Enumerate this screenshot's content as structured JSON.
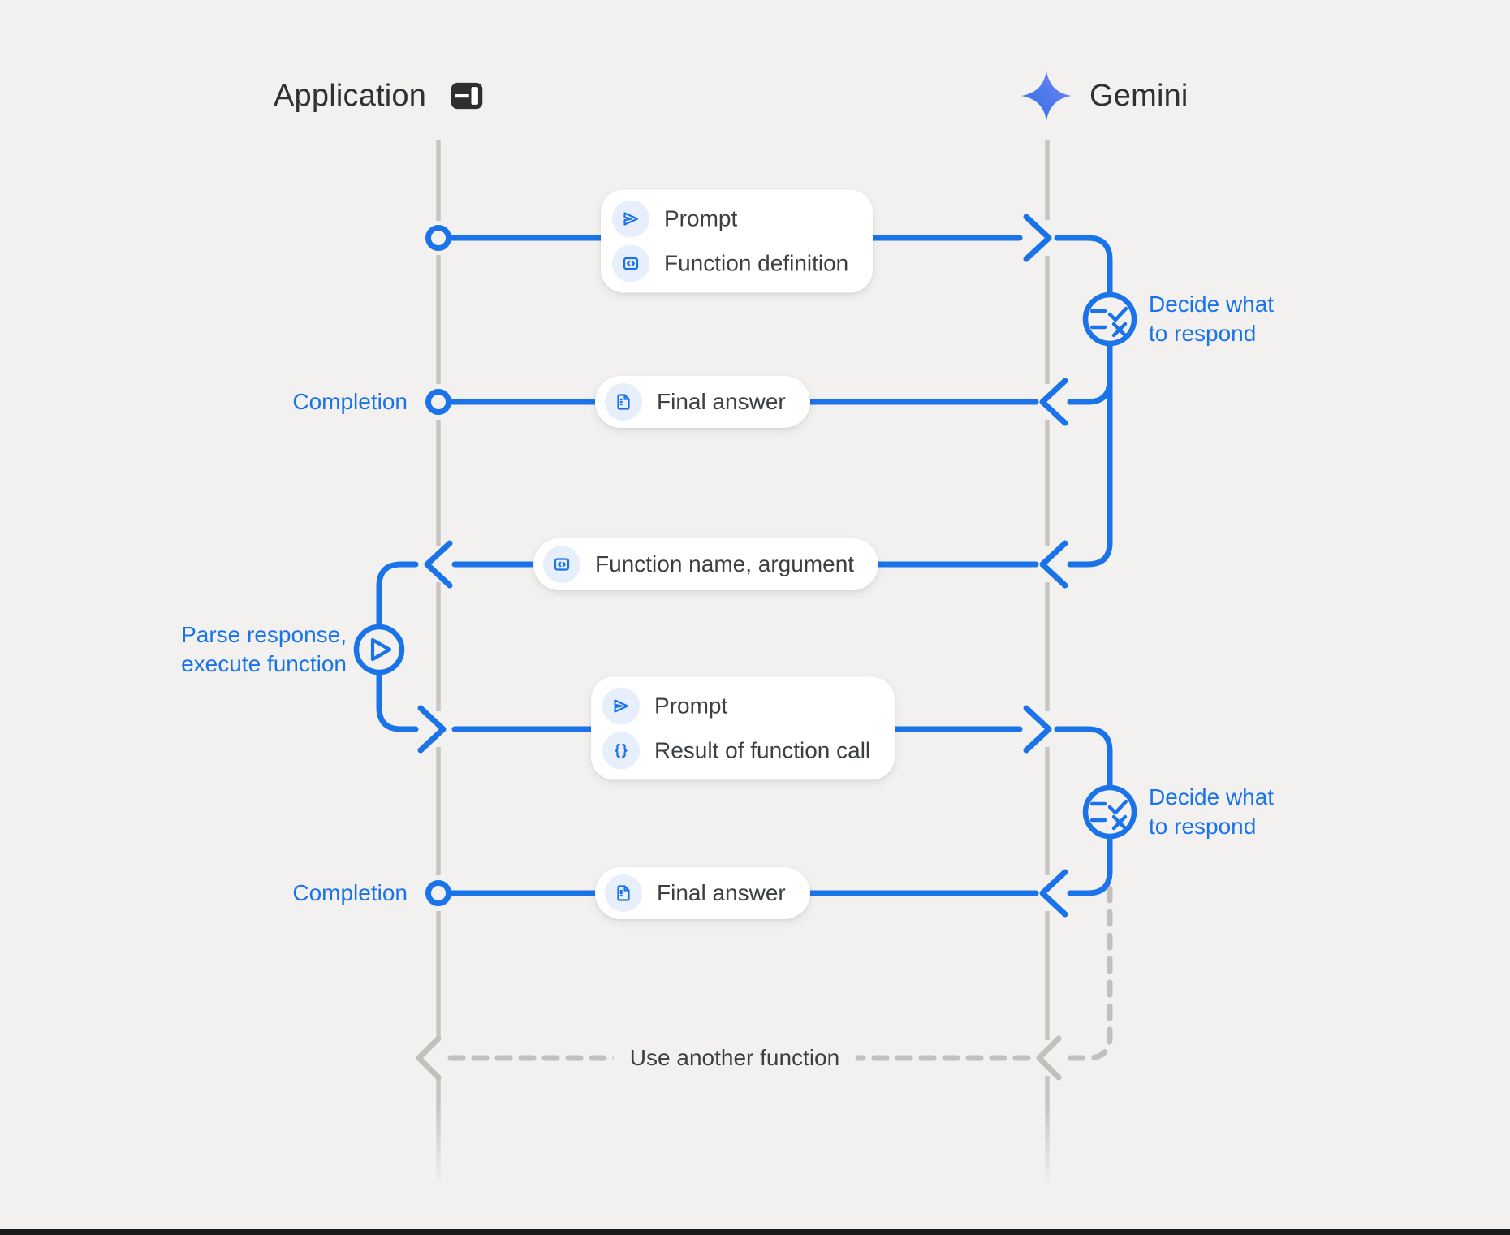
{
  "colors": {
    "background": "#f2f1ef",
    "accent_blue": "#1a73e8",
    "text_dark": "#3c4043",
    "lifeline_gray": "#c7c5c2",
    "dashed_gray": "#c2c0bd",
    "card_background": "#ffffff",
    "icon_chip_background": "#e7eefc",
    "gemini_gradient_start": "#2f6de4",
    "gemini_gradient_end": "#9179ee",
    "app_icon_dark": "#2d2f31"
  },
  "header": {
    "application": "Application",
    "gemini": "Gemini"
  },
  "cards": [
    {
      "rows": [
        {
          "icon": "send-icon",
          "label": "Prompt"
        },
        {
          "icon": "code-brackets-icon",
          "label": "Function definition"
        }
      ]
    },
    {
      "rows": [
        {
          "icon": "document-icon",
          "label": "Final answer"
        }
      ]
    },
    {
      "rows": [
        {
          "icon": "code-brackets-icon",
          "label": "Function name,  argument"
        }
      ]
    },
    {
      "rows": [
        {
          "icon": "send-icon",
          "label": "Prompt"
        },
        {
          "icon": "curly-braces-icon",
          "label": "Result of function call"
        }
      ]
    },
    {
      "rows": [
        {
          "icon": "document-icon",
          "label": "Final answer"
        }
      ]
    }
  ],
  "labels": {
    "completion_first": "Completion",
    "completion_second": "Completion",
    "decide_first": {
      "line1": "Decide what",
      "line2": "to respond"
    },
    "decide_second": {
      "line1": "Decide what",
      "line2": "to respond"
    },
    "parse": {
      "line1": "Parse response,",
      "line2": "execute function"
    },
    "use_another_function": "Use another function"
  }
}
